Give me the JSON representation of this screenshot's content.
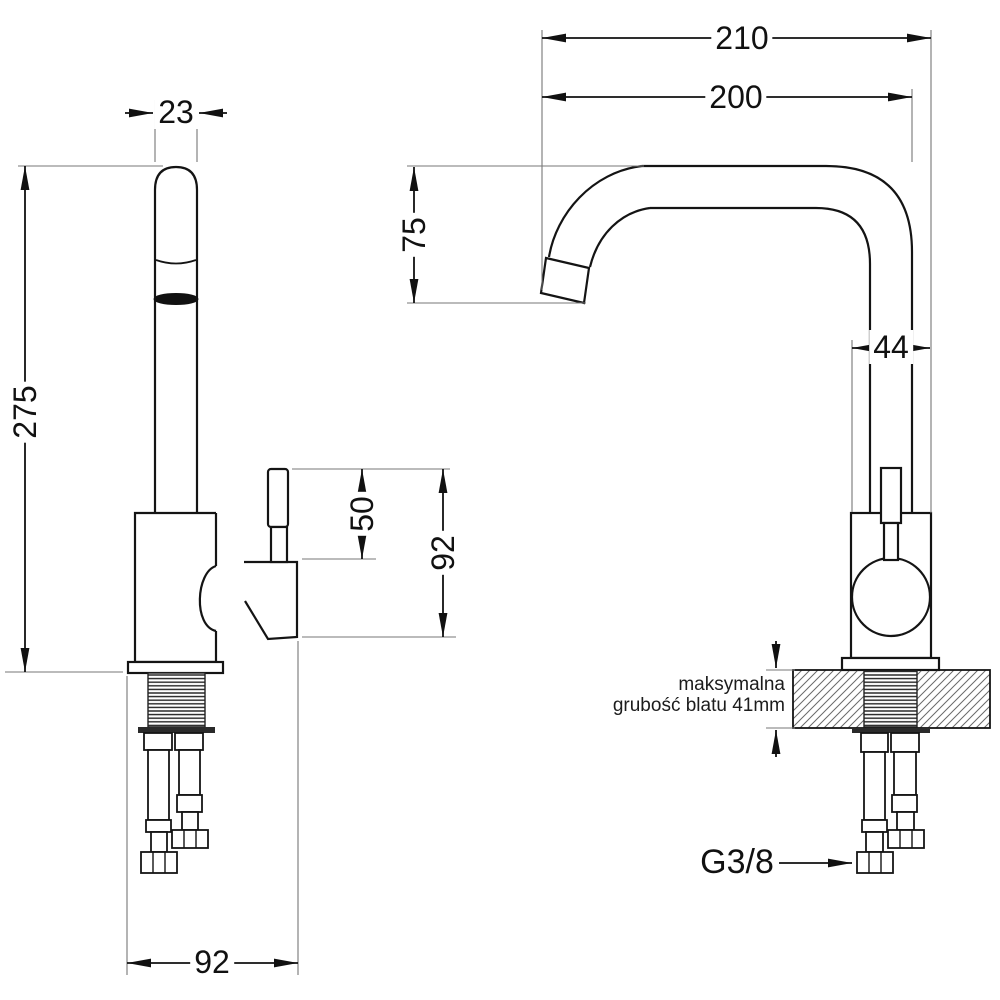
{
  "diagram": {
    "title_semantic": "kitchen-faucet-technical-drawing-two-views",
    "background": "#ffffff",
    "line_color": "#141414",
    "dimensions": {
      "spout_tube_width": "23",
      "total_height": "275",
      "overall_reach": "210",
      "spout_reach": "200",
      "spout_drop": "75",
      "body_width": "44",
      "lever_height": "50",
      "handle_total_height": "92",
      "base_depth": "92"
    },
    "annotations": {
      "counter_note_line1": "maksymalna",
      "counter_note_line2": "grubość blatu 41mm",
      "connection_thread": "G3/8"
    }
  }
}
